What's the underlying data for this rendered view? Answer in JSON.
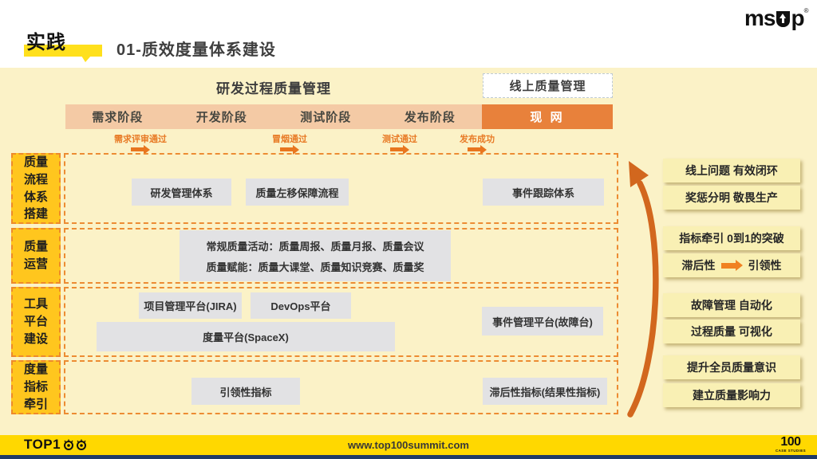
{
  "colors": {
    "bg_yellow": "#FBF2C7",
    "accent_orange": "#E8813B",
    "gold_label": "#FFC61E",
    "footer_yellow": "#FFD800",
    "navy": "#1E3A67"
  },
  "header": {
    "tag": "实践",
    "title": "01-质效度量体系建设",
    "brand_prefix": "ms",
    "brand_suffix": "p",
    "brand_mark": "®"
  },
  "diagram": {
    "process_header": "研发过程质量管理",
    "online_header": "线上质量管理",
    "phases": [
      "需求阶段",
      "开发阶段",
      "测试阶段",
      "发布阶段"
    ],
    "live_phase": "现 网",
    "milestones": [
      "需求评审通过",
      "冒烟通过",
      "测试通过",
      "发布成功"
    ],
    "row_labels": [
      "质量\n流程\n体系\n搭建",
      "质量\n运营",
      "工具\n平台\n建设",
      "度量\n指标\n牵引"
    ],
    "row1": {
      "box1": "研发管理体系",
      "box2": "质量左移保障流程",
      "box3": "事件跟踪体系"
    },
    "row2": {
      "line1": "常规质量活动：质量周报、质量月报、质量会议",
      "line2": "质量赋能：质量大课堂、质量知识竞赛、质量奖"
    },
    "row3": {
      "box1": "项目管理平台(JIRA)",
      "box2": "DevOps平台",
      "box3": "度量平台(SpaceX)",
      "box4": "事件管理平台(故障台)"
    },
    "row4": {
      "box1": "引领性指标",
      "box2": "滞后性指标(结果性指标)"
    }
  },
  "right_panel": {
    "items": [
      "线上问题 有效闭环",
      "奖惩分明 敬畏生产",
      "指标牵引 0到1的突破",
      "故障管理 自动化",
      "过程质量 可视化",
      "提升全员质量意识",
      "建立质量影响力"
    ],
    "transition": {
      "from": "滞后性",
      "to": "引领性"
    }
  },
  "footer": {
    "top_logo": "TOP1",
    "site": "www.top100summit.com",
    "case_logo": "100",
    "case_sub": "CASE STUDIES"
  }
}
